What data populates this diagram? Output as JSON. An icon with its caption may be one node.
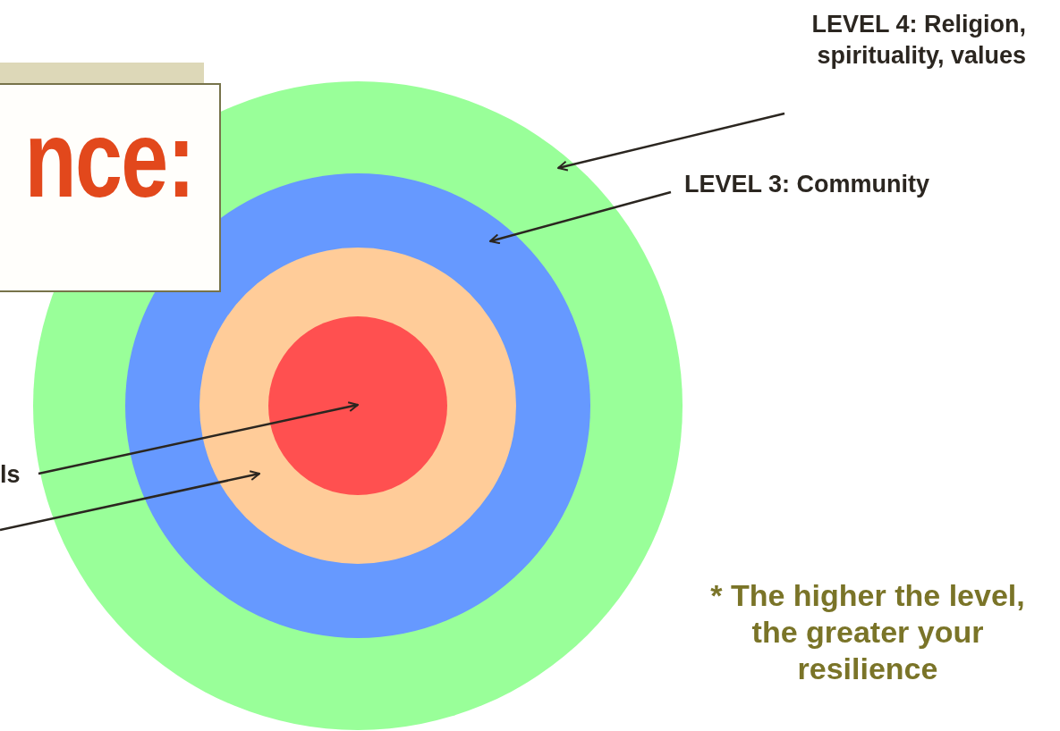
{
  "diagram": {
    "nodes": [
      {
        "text": [
          "nce:"
        ]
      },
      {
        "text": [],
        "shape": "circle"
      },
      {
        "text": [],
        "shape": "circle",
        "in": 1
      },
      {
        "text": [],
        "shape": "circle",
        "in": 2
      },
      {
        "text": [],
        "shape": "circle",
        "in": 3
      },
      {
        "text": [
          "LEVEL 4: Religion, spirituality, values"
        ]
      },
      {
        "text": [
          "LEVEL 3: Community"
        ]
      },
      {
        "text": [
          "ls"
        ]
      }
    ],
    "edges": [
      {
        "from": 5,
        "to": 1,
        "arrow": "to"
      },
      {
        "from": 6,
        "to": 2,
        "arrow": "to"
      },
      {
        "from": 7,
        "to": 4,
        "arrow": "to"
      },
      {
        "from": null,
        "to": 3,
        "arrow": "to"
      }
    ],
    "labels": [
      "* The higher the level, the greater your resilience"
    ]
  }
}
